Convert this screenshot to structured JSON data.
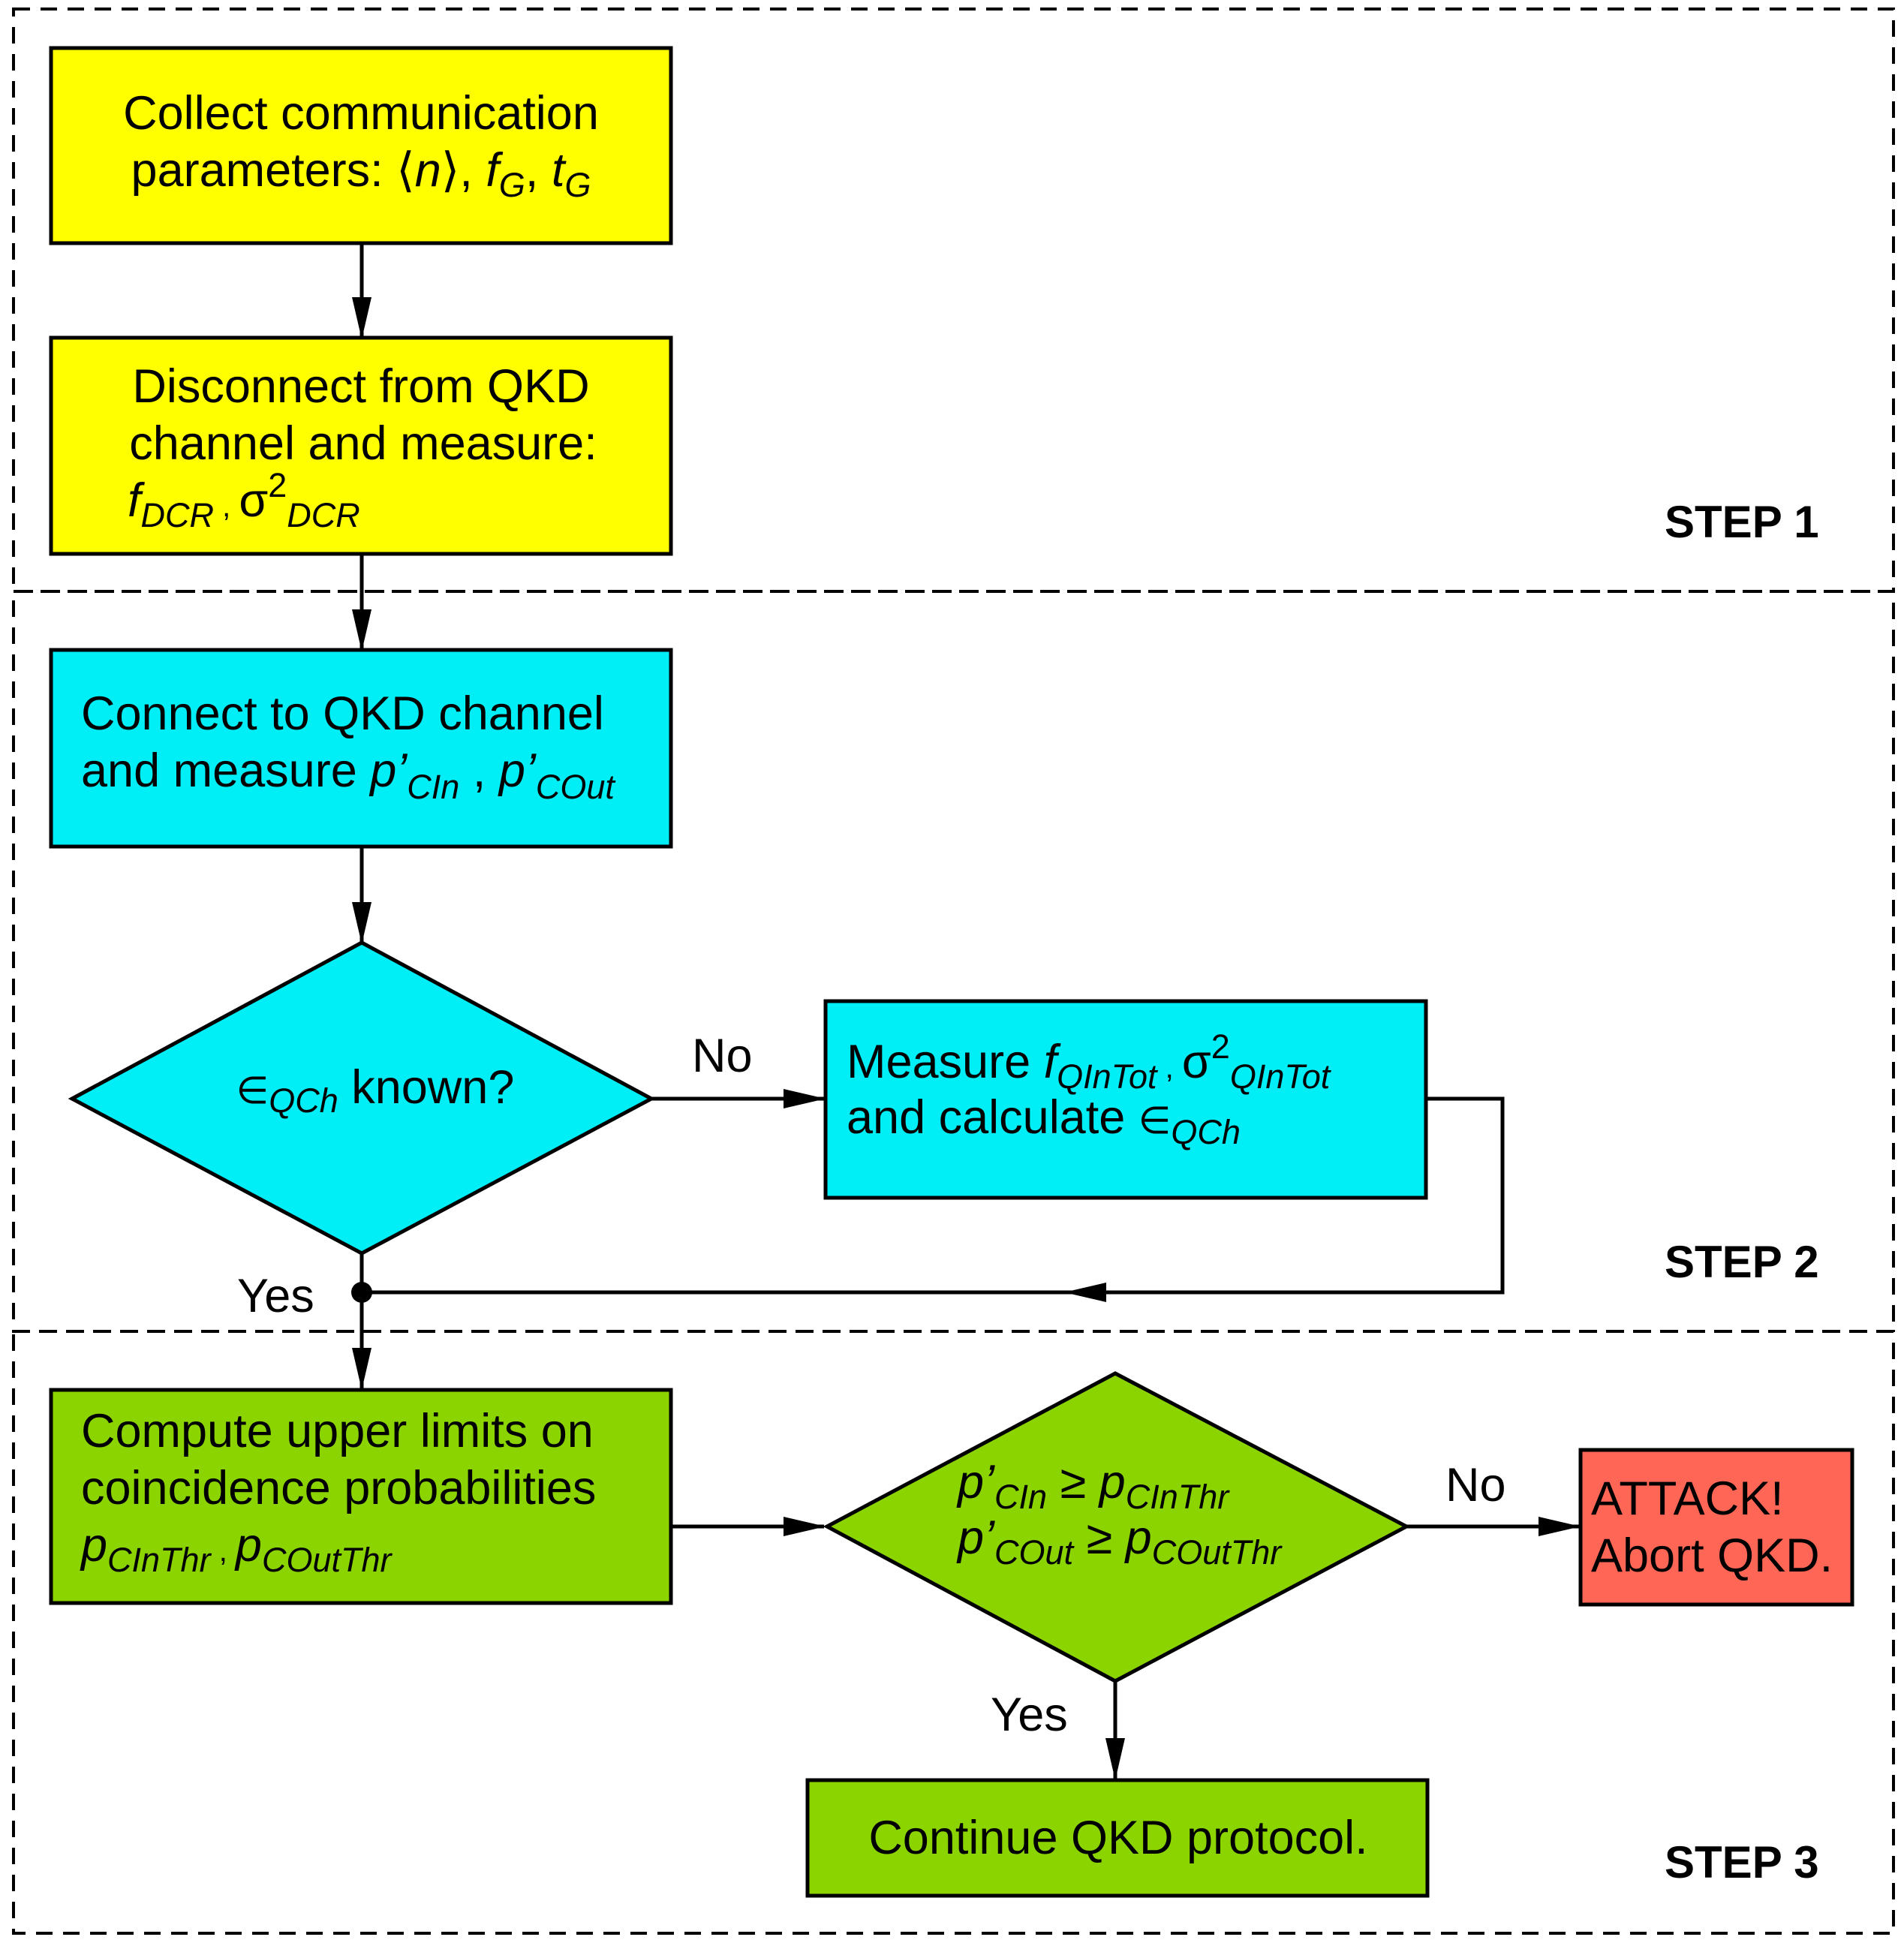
{
  "colors": {
    "yellow": "#ffff00",
    "cyan": "#00eef5",
    "green": "#8cd400",
    "red": "#ff6655",
    "line": "#000000"
  },
  "steps": {
    "step1": "STEP 1",
    "step2": "STEP 2",
    "step3": "STEP 3"
  },
  "boxes": {
    "collect": {
      "line1": "Collect communication",
      "line2_prefix": "parameters: ⟨",
      "n": "n",
      "line2_mid": "⟩, ",
      "fG_f": "f",
      "fG_sub": "G",
      "comma": ", ",
      "tG_t": "t",
      "tG_sub": "G"
    },
    "disconnect": {
      "line1": "Disconnect from QKD",
      "line2": "channel and measure:",
      "f": "f",
      "f_sub": "DCR",
      "sep": " , ",
      "sigma": "σ",
      "sup": "2",
      "sigma_sub": "DCR"
    },
    "connect": {
      "line1": "Connect to QKD channel",
      "line2_prefix": "and measure ",
      "p1": "p’",
      "p1_sub": "CIn",
      "sep": " , ",
      "p2": "p’",
      "p2_sub": "COut"
    },
    "measure": {
      "line1_prefix": "Measure ",
      "f": "f",
      "f_sub": "QInTot",
      "sep": " ,  ",
      "sigma": "σ",
      "sup": "2",
      "sigma_sub": "QInTot",
      "line2_prefix": "and calculate ",
      "eps": "∈",
      "eps_sub": "QCh"
    },
    "compute": {
      "line1": "Compute upper limits on",
      "line2": "coincidence probabilities",
      "p1": "p",
      "p1_sub": "CInThr",
      "sep": " , ",
      "p2": "p",
      "p2_sub": "COutThr"
    },
    "attack": {
      "line1": "ATTACK!",
      "line2": "Abort QKD."
    },
    "continue": {
      "line1": "Continue QKD protocol."
    }
  },
  "decisions": {
    "known": {
      "eps": "∈",
      "eps_sub": "QCh",
      "suffix": " known?"
    },
    "threshold": {
      "a_p": "p’",
      "a_sub": "CIn",
      "a_op": " ≥ ",
      "a_p2": "p",
      "a_sub2": "CInThr",
      "b_p": "p’",
      "b_sub": "COut",
      "b_op": " ≥ ",
      "b_p2": "p",
      "b_sub2": "COutThr"
    }
  },
  "edge_labels": {
    "no1": "No",
    "yes1": "Yes",
    "no2": "No",
    "yes2": "Yes"
  }
}
